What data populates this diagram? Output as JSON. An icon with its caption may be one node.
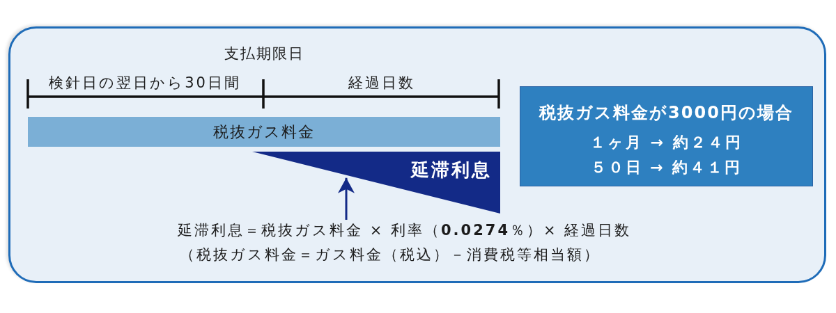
{
  "diagram": {
    "nodes": [
      {
        "text": [
          "税抜ガス料金"
        ]
      },
      {
        "text": [
          "延滞利息"
        ]
      },
      {
        "text": [
          "延滞利息＝税抜ガス料金 × 利率（**0.0274**％）× 経過日数",
          "（税抜ガス料金＝ガス料金（税込）－消費税等相当額）"
        ]
      },
      {
        "text": [
          "税抜ガス料金が3000円の場合",
          "１ヶ月 → 約２４円",
          "５０日 → 約４１円"
        ]
      }
    ],
    "edges": [
      {
        "from": 2,
        "to": 1,
        "arrow": "to"
      }
    ],
    "labels": [
      "支払期限日",
      "検針日の翌日から30日間",
      "経過日数"
    ]
  }
}
